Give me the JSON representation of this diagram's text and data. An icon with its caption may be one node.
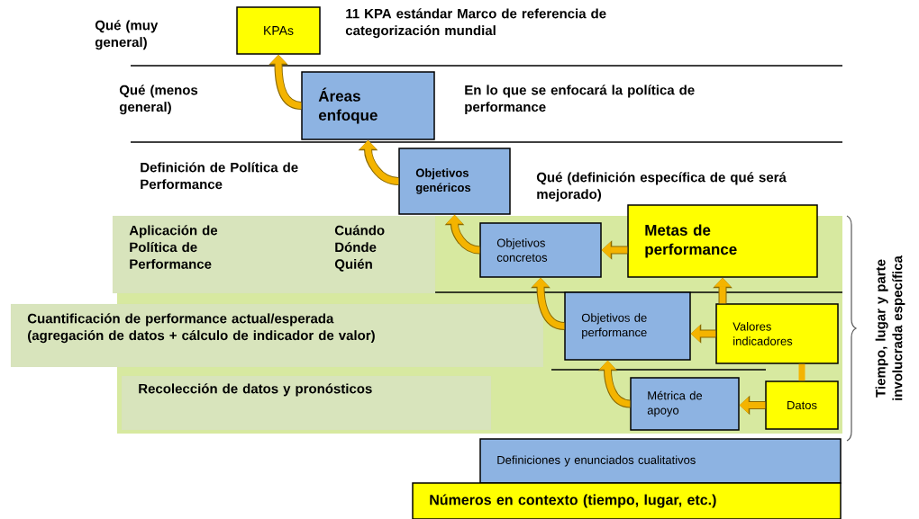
{
  "diagram": {
    "nodes": [
      {
        "text": [
          "KPAs"
        ]
      },
      {
        "text": [
          "Áreas enfoque"
        ]
      },
      {
        "text": [
          "Objetivos genéricos"
        ]
      },
      {
        "text": [
          "Objetivos concretos"
        ]
      },
      {
        "text": [
          "Metas de performance"
        ]
      },
      {
        "text": [
          "Objetivos de performance"
        ]
      },
      {
        "text": [
          "Valores indicadores"
        ]
      },
      {
        "text": [
          "Métrica de apoyo"
        ]
      },
      {
        "text": [
          "Datos"
        ]
      },
      {
        "text": [
          "Definiciones y enunciados cualitativos"
        ]
      },
      {
        "text": [
          "Números en contexto (tiempo, lugar, etc.)"
        ]
      },
      {
        "text": [
          "Aplicación de Política de Performance",
          "Cuándo Dónde Quién"
        ]
      },
      {
        "text": [
          "Cuantificación de performance actual/esperada (agregación de datos + cálculo de indicador  de valor)"
        ]
      },
      {
        "text": [
          "Recolección de datos y pronósticos"
        ]
      }
    ],
    "edges": [
      {
        "from": 1,
        "to": 0,
        "arrow": "to"
      },
      {
        "from": 2,
        "to": 1,
        "arrow": "to"
      },
      {
        "from": 3,
        "to": 2,
        "arrow": "to"
      },
      {
        "from": 4,
        "to": 3,
        "arrow": "to"
      },
      {
        "from": 5,
        "to": 3,
        "arrow": "to"
      },
      {
        "from": 6,
        "to": 5,
        "arrow": "to"
      },
      {
        "from": 6,
        "to": 4,
        "arrow": "to"
      },
      {
        "from": 7,
        "to": 5,
        "arrow": "to"
      },
      {
        "from": 8,
        "to": 7,
        "arrow": "to"
      },
      {
        "from": 8,
        "to": 6,
        "arrow": "none"
      }
    ],
    "labels": [
      "Qué (muy general)",
      "11 KPA estándar  Marco de referencia de categorización mundial",
      "Qué (menos general)",
      "En lo que se enfocará la política de performance",
      "Definición de Política de Performance",
      "Qué (definición específica de qué será mejorado)",
      "Tiempo, lugar y parte involucrada específica"
    ]
  }
}
